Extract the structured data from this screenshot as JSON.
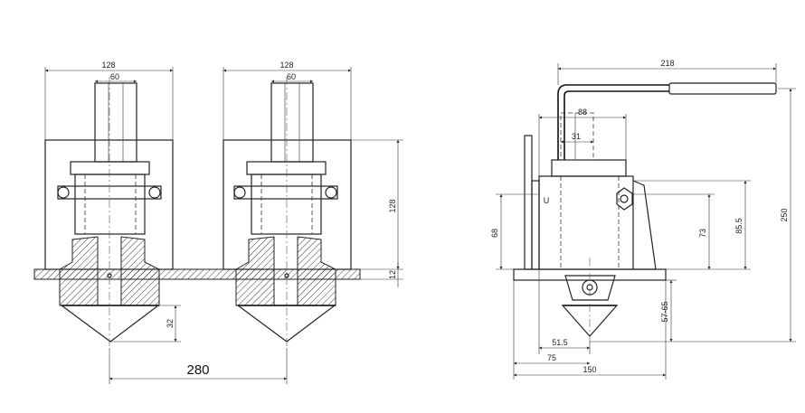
{
  "dimensions": {
    "front_width": "128",
    "front_stem": "60",
    "front_height": "128",
    "plate": "12",
    "foot": "32",
    "spacing": "280",
    "side_overall": "218",
    "side_head": "88",
    "side_shaft": "31",
    "side_total_height": "250",
    "side_body": "68",
    "side_mid": "73",
    "side_upper": "85.5",
    "side_range": "57-65",
    "side_offset": "51.5",
    "side_half": "75",
    "side_base": "150"
  },
  "markings": {
    "letter": "U"
  }
}
